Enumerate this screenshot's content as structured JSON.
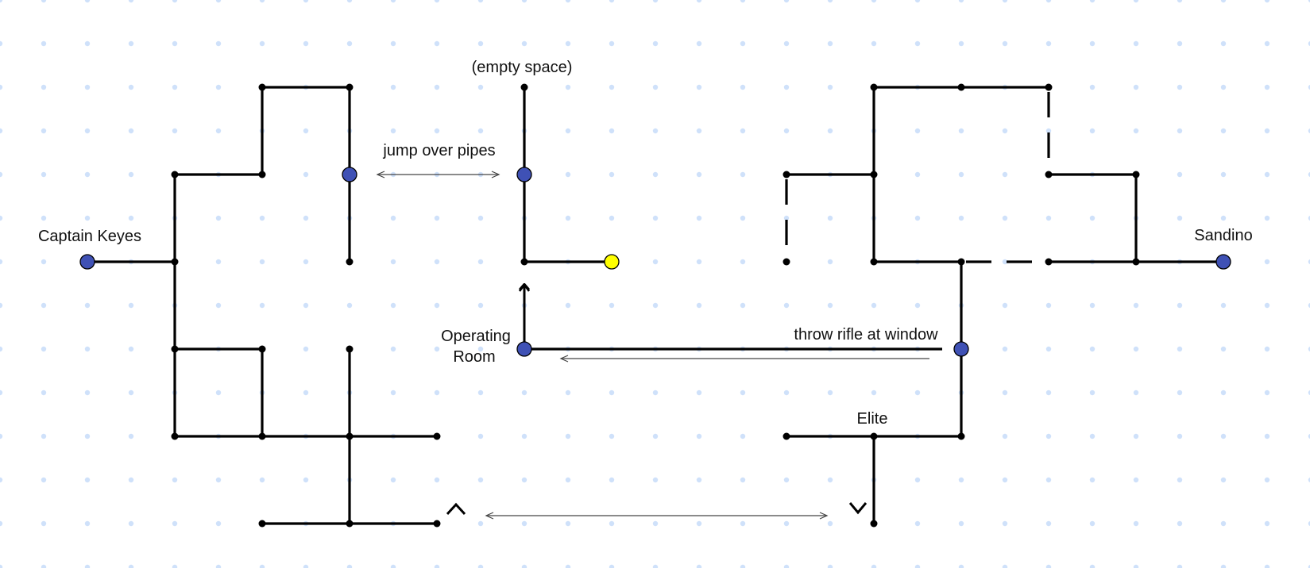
{
  "diagram": {
    "type": "level-map",
    "labels": {
      "captain_keyes": "Captain Keyes",
      "jump_over_pipes": "jump over pipes",
      "empty_space": "(empty space)",
      "operating_room_line1": "Operating",
      "operating_room_line2": "Room",
      "throw_rifle": "throw rifle at window",
      "sandino": "Sandino",
      "elite": "Elite",
      "up_marker": "^",
      "down_marker": "v"
    },
    "colors": {
      "grid_dot": "#cfe1fa",
      "wall": "#000000",
      "waypoint": "#3f51b5",
      "goal": "#ffff00",
      "arrow": "#444444"
    },
    "node_kinds": {
      "waypoint": "blue-circle",
      "goal": "yellow-circle",
      "junction": "black-dot"
    },
    "connections": [
      {
        "from": "jump over pipes",
        "kind": "bidirectional-arrow"
      },
      {
        "from": "throw rifle at window",
        "kind": "arrow-to-operating-room"
      },
      {
        "from": "^",
        "to": "v",
        "kind": "bidirectional-arrow"
      }
    ]
  }
}
